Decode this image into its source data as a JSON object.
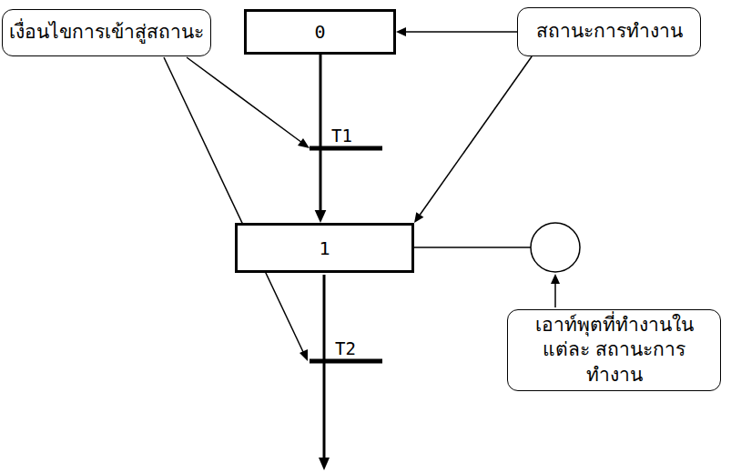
{
  "diagram": {
    "nodes": [
      {
        "text": [
          "เงื่อนไขการเข้าสู่สถานะ"
        ]
      },
      {
        "text": [
          "0"
        ]
      },
      {
        "text": [
          "สถานะการทำงาน"
        ]
      },
      {
        "text": [
          "1"
        ]
      },
      {
        "text": [
          "เอาท์พุตที่ทำงานในแต่ละ สถานะการทำงาน"
        ]
      }
    ],
    "edges": [
      {
        "from": 1,
        "to": 3,
        "arrow": "to"
      },
      {
        "from": 2,
        "to": 1,
        "arrow": "to"
      },
      {
        "from": 2,
        "to": 3,
        "arrow": "to"
      }
    ],
    "labels": [
      "T1",
      "T2"
    ]
  }
}
